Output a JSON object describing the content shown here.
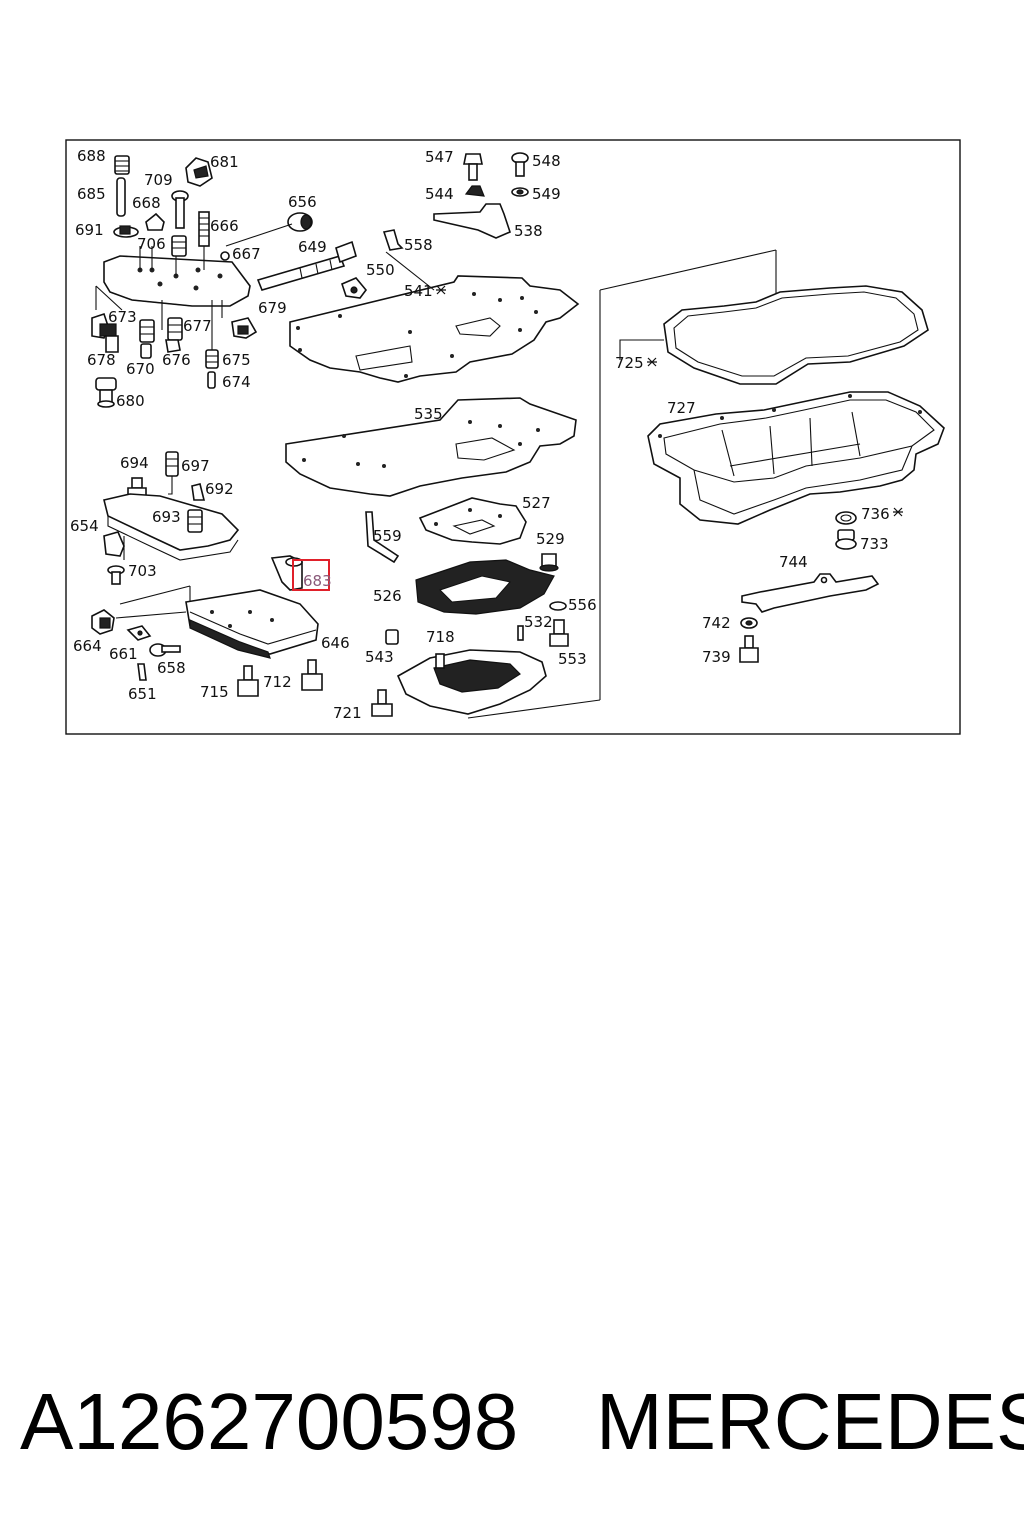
{
  "diagram": {
    "callouts": {
      "c688": "688",
      "c685": "685",
      "c691": "691",
      "c709": "709",
      "c681": "681",
      "c668": "668",
      "c706": "706",
      "c666": "666",
      "c667": "667",
      "c656": "656",
      "c649": "649",
      "c679": "679",
      "c673": "673",
      "c677": "677",
      "c678": "678",
      "c670": "670",
      "c676": "676",
      "c675": "675",
      "c674": "674",
      "c680": "680",
      "c547": "547",
      "c548": "548",
      "c544": "544",
      "c549": "549",
      "c538": "538",
      "c558": "558",
      "c550": "550",
      "c541": "541",
      "c535": "535",
      "c725": "725",
      "c727": "727",
      "c694": "694",
      "c697": "697",
      "c692": "692",
      "c693": "693",
      "c654": "654",
      "c703": "703",
      "c683": "683",
      "c559": "559",
      "c527": "527",
      "c529": "529",
      "c526": "526",
      "c556": "556",
      "c532": "532",
      "c718": "718",
      "c543": "543",
      "c553": "553",
      "c664": "664",
      "c661": "661",
      "c658": "658",
      "c651": "651",
      "c715": "715",
      "c712": "712",
      "c646": "646",
      "c721": "721",
      "c736": "736",
      "c733": "733",
      "c744": "744",
      "c742": "742",
      "c739": "739"
    },
    "highlighted_callout": "683",
    "highlight_color": "#e0202a"
  },
  "caption": {
    "part_number": "A1262700598",
    "brand": "MERCEDES"
  }
}
